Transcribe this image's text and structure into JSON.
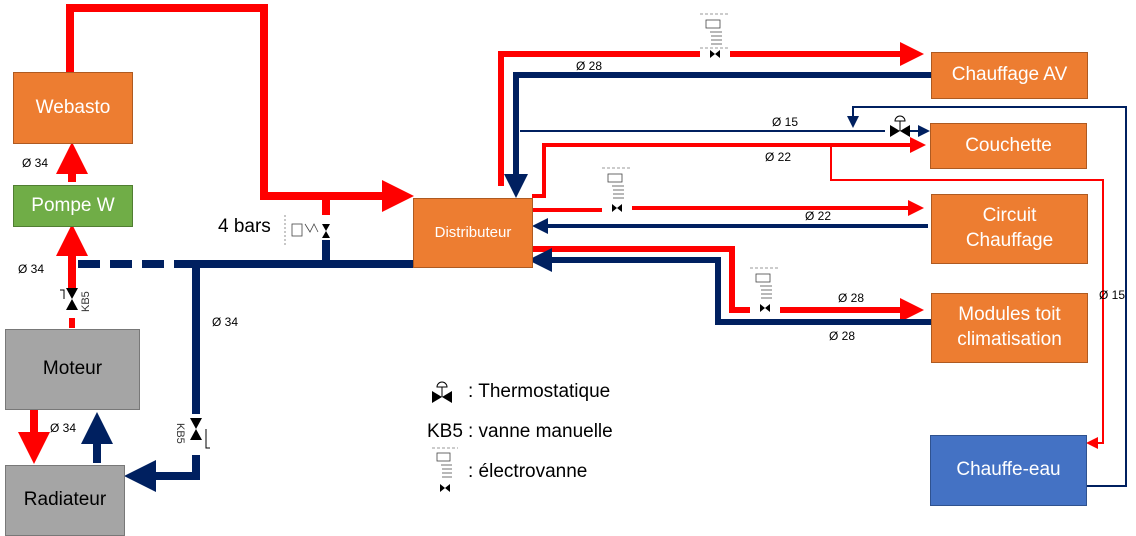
{
  "components": {
    "webasto": "Webasto",
    "pompe_w": "Pompe W",
    "moteur": "Moteur",
    "radiateur": "Radiateur",
    "distributeur": "Distributeur",
    "chauffage_av": "Chauffage AV",
    "couchette": "Couchette",
    "circuit_chauffage_line1": "Circuit",
    "circuit_chauffage_line2": "Chauffage",
    "modules_line1": "Modules toit",
    "modules_line2": "climatisation",
    "chauffe_eau": "Chauffe-eau"
  },
  "labels": {
    "pressure": "4 bars",
    "webasto_pompe_dia": "Ø 34",
    "pompe_moteur_dia": "Ø 34",
    "return_main_dia": "Ø 34",
    "moteur_radiateur_dia": "Ø 34",
    "chauffage_av_dia": "Ø 28",
    "couchette_return_dia": "Ø 15",
    "couchette_supply_dia": "Ø 22",
    "circuit_dia": "Ø 22",
    "modules_supply_dia": "Ø 28",
    "modules_return_dia": "Ø 28",
    "chauffe_eau_dia": "Ø 15",
    "kb5_top": "KB5",
    "kb5_bottom": "KB5"
  },
  "legend": {
    "thermostatic": ": Thermostatique",
    "manual_code": "KB5",
    "manual": ": vanne manuelle",
    "solenoid": ": électrovanne"
  },
  "colors": {
    "hot": "#FF0000",
    "cold": "#002060",
    "component": "#ED7D31",
    "pump": "#70AD47",
    "engine": "#A5A5A5",
    "water_heater": "#4472C4"
  }
}
